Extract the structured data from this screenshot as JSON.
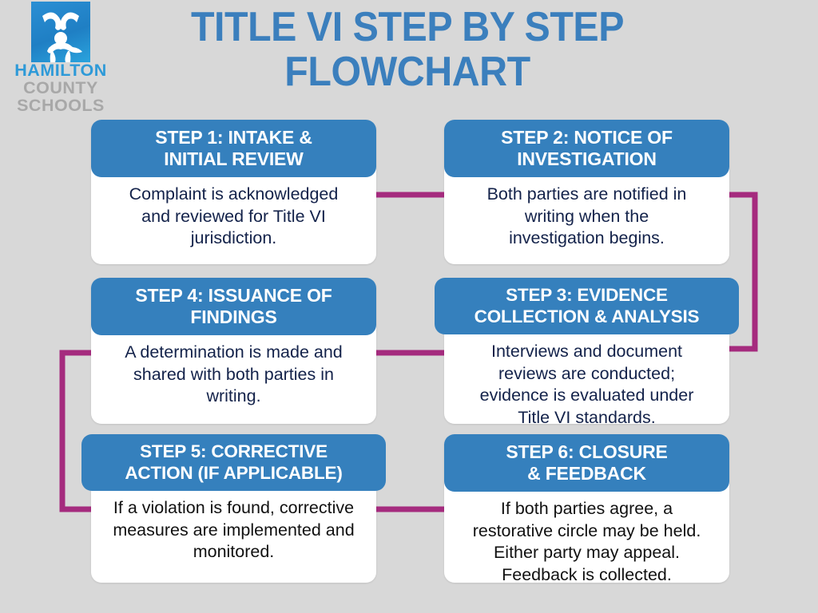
{
  "header": {
    "logo": {
      "mark_name": "hamilton-county-schools-logo-mark",
      "line1": "HAMILTON",
      "line2": "COUNTY",
      "line3": "SCHOOLS",
      "mark_color": "#2b8fd4",
      "line1_color": "#2e9ad8",
      "line2_color": "#a8a8a8"
    },
    "title": "TITLE VI STEP BY STEP\nFLOWCHART",
    "title_color": "#3b7fbd"
  },
  "theme": {
    "background": "#d8d8d8",
    "card_header_blue": "#3580bd",
    "card_body_white": "#ffffff",
    "body_text_navy": "#13224a",
    "connector_magenta": "#a52b7e"
  },
  "flowchart": {
    "type": "flowchart",
    "steps": [
      {
        "id": "step-1",
        "number": 1,
        "title": "STEP 1: INTAKE &\nINITIAL REVIEW",
        "body": "Complaint is acknowledged\nand reviewed for Title VI\njurisdiction."
      },
      {
        "id": "step-2",
        "number": 2,
        "title": "STEP 2: NOTICE OF\nINVESTIGATION",
        "body": "Both parties are notified in\nwriting when the\ninvestigation begins."
      },
      {
        "id": "step-3",
        "number": 3,
        "title": "STEP 3: EVIDENCE\nCOLLECTION & ANALYSIS",
        "body": "Interviews and document\nreviews are conducted;\nevidence is evaluated under\nTitle VI standards."
      },
      {
        "id": "step-4",
        "number": 4,
        "title": "STEP 4: ISSUANCE OF\nFINDINGS",
        "body": "A determination is made and\nshared with both parties in\nwriting."
      },
      {
        "id": "step-5",
        "number": 5,
        "title": "STEP 5: CORRECTIVE\nACTION (IF APPLICABLE)",
        "body": "If a violation is found, corrective\nmeasures are implemented and\nmonitored."
      },
      {
        "id": "step-6",
        "number": 6,
        "title": "STEP 6: CLOSURE\n& FEEDBACK",
        "body": "If both parties agree, a\nrestorative circle may be held.\nEither party may appeal.\nFeedback is collected."
      }
    ],
    "connections": [
      {
        "from": "step-1",
        "to": "step-2",
        "path": "horizontal"
      },
      {
        "from": "step-2",
        "to": "step-3",
        "path": "right-loop"
      },
      {
        "from": "step-3",
        "to": "step-4",
        "path": "horizontal"
      },
      {
        "from": "step-4",
        "to": "step-5",
        "path": "left-loop"
      },
      {
        "from": "step-5",
        "to": "step-6",
        "path": "horizontal"
      }
    ]
  }
}
